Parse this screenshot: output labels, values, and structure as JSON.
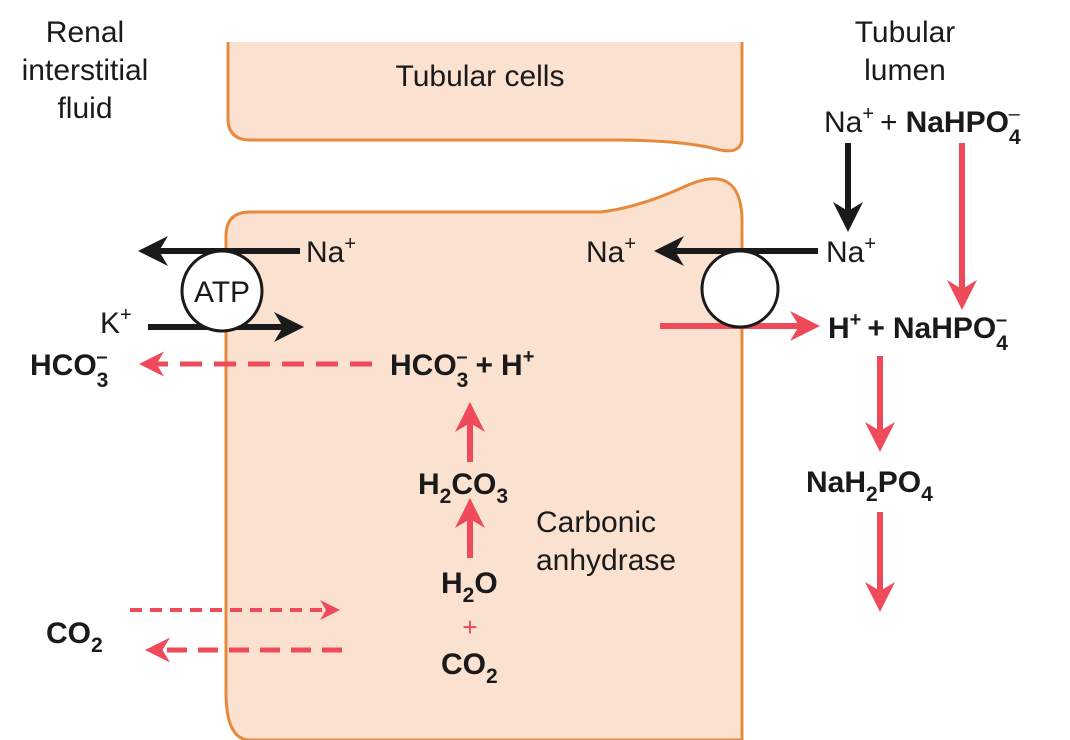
{
  "colors": {
    "cell_fill": "#fbe1d0",
    "cell_stroke": "#e7893d",
    "reaction_arrow": "#ee4a5a",
    "transport_arrow": "#1a1a1a"
  },
  "regions": {
    "interstitial": [
      "Renal",
      "interstitial",
      "fluid"
    ],
    "cells": "Tubular cells",
    "lumen": [
      "Tubular",
      "lumen"
    ]
  },
  "pumps": {
    "atpase": "ATP"
  },
  "labels": {
    "na": "Na",
    "k": "K",
    "h": "H",
    "plus_sign": "+",
    "minus_sign": "–",
    "hco": "HCO",
    "hco_sub": "3",
    "nahpo": "NaHPO",
    "nahpo_sub": "4",
    "h_part": "H",
    "co": "CO",
    "co3_part": "CO",
    "co2_sub": "2",
    "h2co3_sub_a": "2",
    "h2co3_sub_b": "3",
    "h2o_sub": "2",
    "o": "O",
    "nah_part": "NaH",
    "po_part": "PO",
    "nah2po4_sub_a": "2",
    "nah2po4_sub_b": "4",
    "enzyme": [
      "Carbonic",
      "anhydrase"
    ]
  }
}
